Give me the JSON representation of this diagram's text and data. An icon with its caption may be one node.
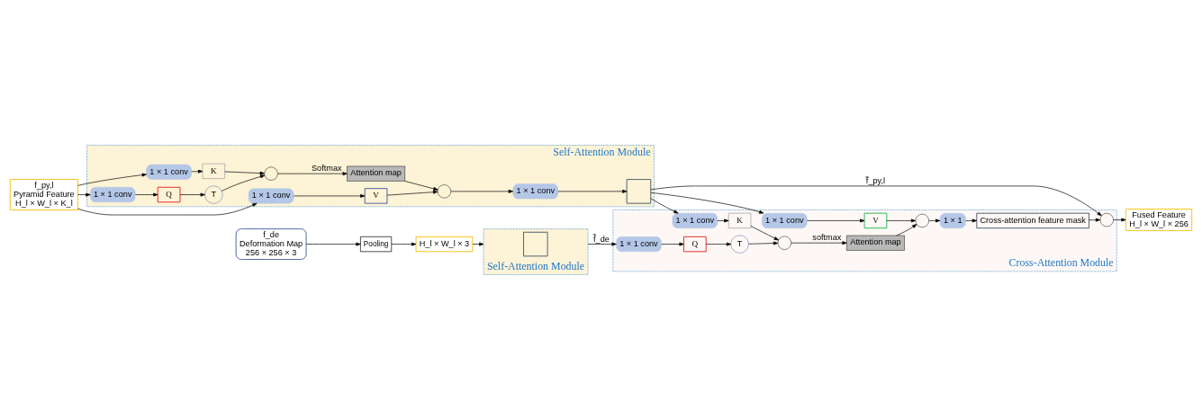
{
  "diagram": {
    "nodes": [
      {
        "text": [
          "Self-Attention Module"
        ]
      },
      {
        "text": [],
        "shape": "box",
        "in": 0
      },
      {
        "text": [
          "f_de",
          "Deformation Map",
          "256 × 256 × 3"
        ]
      },
      {
        "text": [
          "Pooling"
        ]
      },
      {
        "text": [
          "H_l × W_l × 3"
        ]
      },
      {
        "text": [
          "Self-Attention Module"
        ]
      },
      {
        "text": [
          "f_py,l",
          "Pyramid Feature",
          "H_l × W_l × K_l"
        ]
      },
      {
        "text": [
          "1 × 1 conv"
        ],
        "in": 5
      },
      {
        "text": [
          "1 × 1 conv"
        ],
        "in": 5
      },
      {
        "text": [
          "1 × 1 conv"
        ],
        "in": 5
      },
      {
        "text": [
          "Q"
        ],
        "in": 5
      },
      {
        "text": [
          "K"
        ],
        "in": 5
      },
      {
        "text": [
          "V"
        ],
        "in": 5
      },
      {
        "text": [
          "T"
        ],
        "in": 5
      },
      {
        "text": [],
        "shape": "circle",
        "in": 5
      },
      {
        "text": [
          "Attention map"
        ],
        "in": 5
      },
      {
        "text": [],
        "shape": "circle",
        "in": 5
      },
      {
        "text": [
          "1 × 1 conv"
        ],
        "in": 5
      },
      {
        "text": [],
        "shape": "box",
        "in": 5
      },
      {
        "text": [
          "Cross-Attention Module"
        ]
      },
      {
        "text": [
          "1 × 1 conv"
        ],
        "in": 19
      },
      {
        "text": [
          "1 × 1 conv"
        ],
        "in": 19
      },
      {
        "text": [
          "1 × 1 conv"
        ],
        "in": 19
      },
      {
        "text": [
          "Q"
        ],
        "in": 19
      },
      {
        "text": [
          "K"
        ],
        "in": 19
      },
      {
        "text": [
          "V"
        ],
        "in": 19
      },
      {
        "text": [
          "T"
        ],
        "in": 19
      },
      {
        "text": [],
        "shape": "circle",
        "in": 19
      },
      {
        "text": [
          "Attention map"
        ],
        "in": 19
      },
      {
        "text": [],
        "shape": "circle",
        "in": 19
      },
      {
        "text": [
          "1 × 1"
        ],
        "in": 19
      },
      {
        "text": [
          "Cross-attention feature mask"
        ],
        "in": 19
      },
      {
        "text": [],
        "shape": "circle",
        "in": 19
      },
      {
        "text": [
          "Fused Feature",
          "H_l × W_l × 256"
        ]
      }
    ],
    "edges": [
      {
        "from": 2,
        "to": 3,
        "arrow": "to"
      },
      {
        "from": 3,
        "to": 4,
        "arrow": "to"
      },
      {
        "from": 4,
        "to": 0,
        "arrow": "to"
      },
      {
        "from": 0,
        "to": 20,
        "arrow": "to",
        "label": "f̃_de"
      },
      {
        "from": 6,
        "to": 7,
        "arrow": "to"
      },
      {
        "from": 6,
        "to": 8,
        "arrow": "to"
      },
      {
        "from": 6,
        "to": 9,
        "arrow": "to"
      },
      {
        "from": 7,
        "to": 10,
        "arrow": "to"
      },
      {
        "from": 8,
        "to": 11,
        "arrow": "to"
      },
      {
        "from": 9,
        "to": 12,
        "arrow": "to"
      },
      {
        "from": 10,
        "to": 13,
        "arrow": "to"
      },
      {
        "from": 13,
        "to": 14,
        "arrow": "to"
      },
      {
        "from": 11,
        "to": 14,
        "arrow": "to"
      },
      {
        "from": 14,
        "to": 15,
        "arrow": "to",
        "label": "Softmax"
      },
      {
        "from": 15,
        "to": 16,
        "arrow": "to"
      },
      {
        "from": 12,
        "to": 16,
        "arrow": "to"
      },
      {
        "from": 16,
        "to": 17,
        "arrow": "to"
      },
      {
        "from": 17,
        "to": 18,
        "arrow": "to"
      },
      {
        "from": 18,
        "to": 21,
        "arrow": "to"
      },
      {
        "from": 18,
        "to": 22,
        "arrow": "to"
      },
      {
        "from": 18,
        "to": 32,
        "arrow": "to",
        "label": "f̃_py,l"
      },
      {
        "from": 20,
        "to": 23,
        "arrow": "to"
      },
      {
        "from": 23,
        "to": 26,
        "arrow": "to"
      },
      {
        "from": 26,
        "to": 27,
        "arrow": "to"
      },
      {
        "from": 21,
        "to": 24,
        "arrow": "to"
      },
      {
        "from": 24,
        "to": 27,
        "arrow": "to"
      },
      {
        "from": 27,
        "to": 28,
        "arrow": "to",
        "label": "softmax"
      },
      {
        "from": 28,
        "to": 29,
        "arrow": "to"
      },
      {
        "from": 22,
        "to": 25,
        "arrow": "to"
      },
      {
        "from": 25,
        "to": 29,
        "arrow": "to"
      },
      {
        "from": 29,
        "to": 30,
        "arrow": "to"
      },
      {
        "from": 30,
        "to": 31,
        "arrow": "to"
      },
      {
        "from": 31,
        "to": 32,
        "arrow": "to"
      },
      {
        "from": 32,
        "to": 33,
        "arrow": "to"
      }
    ]
  }
}
